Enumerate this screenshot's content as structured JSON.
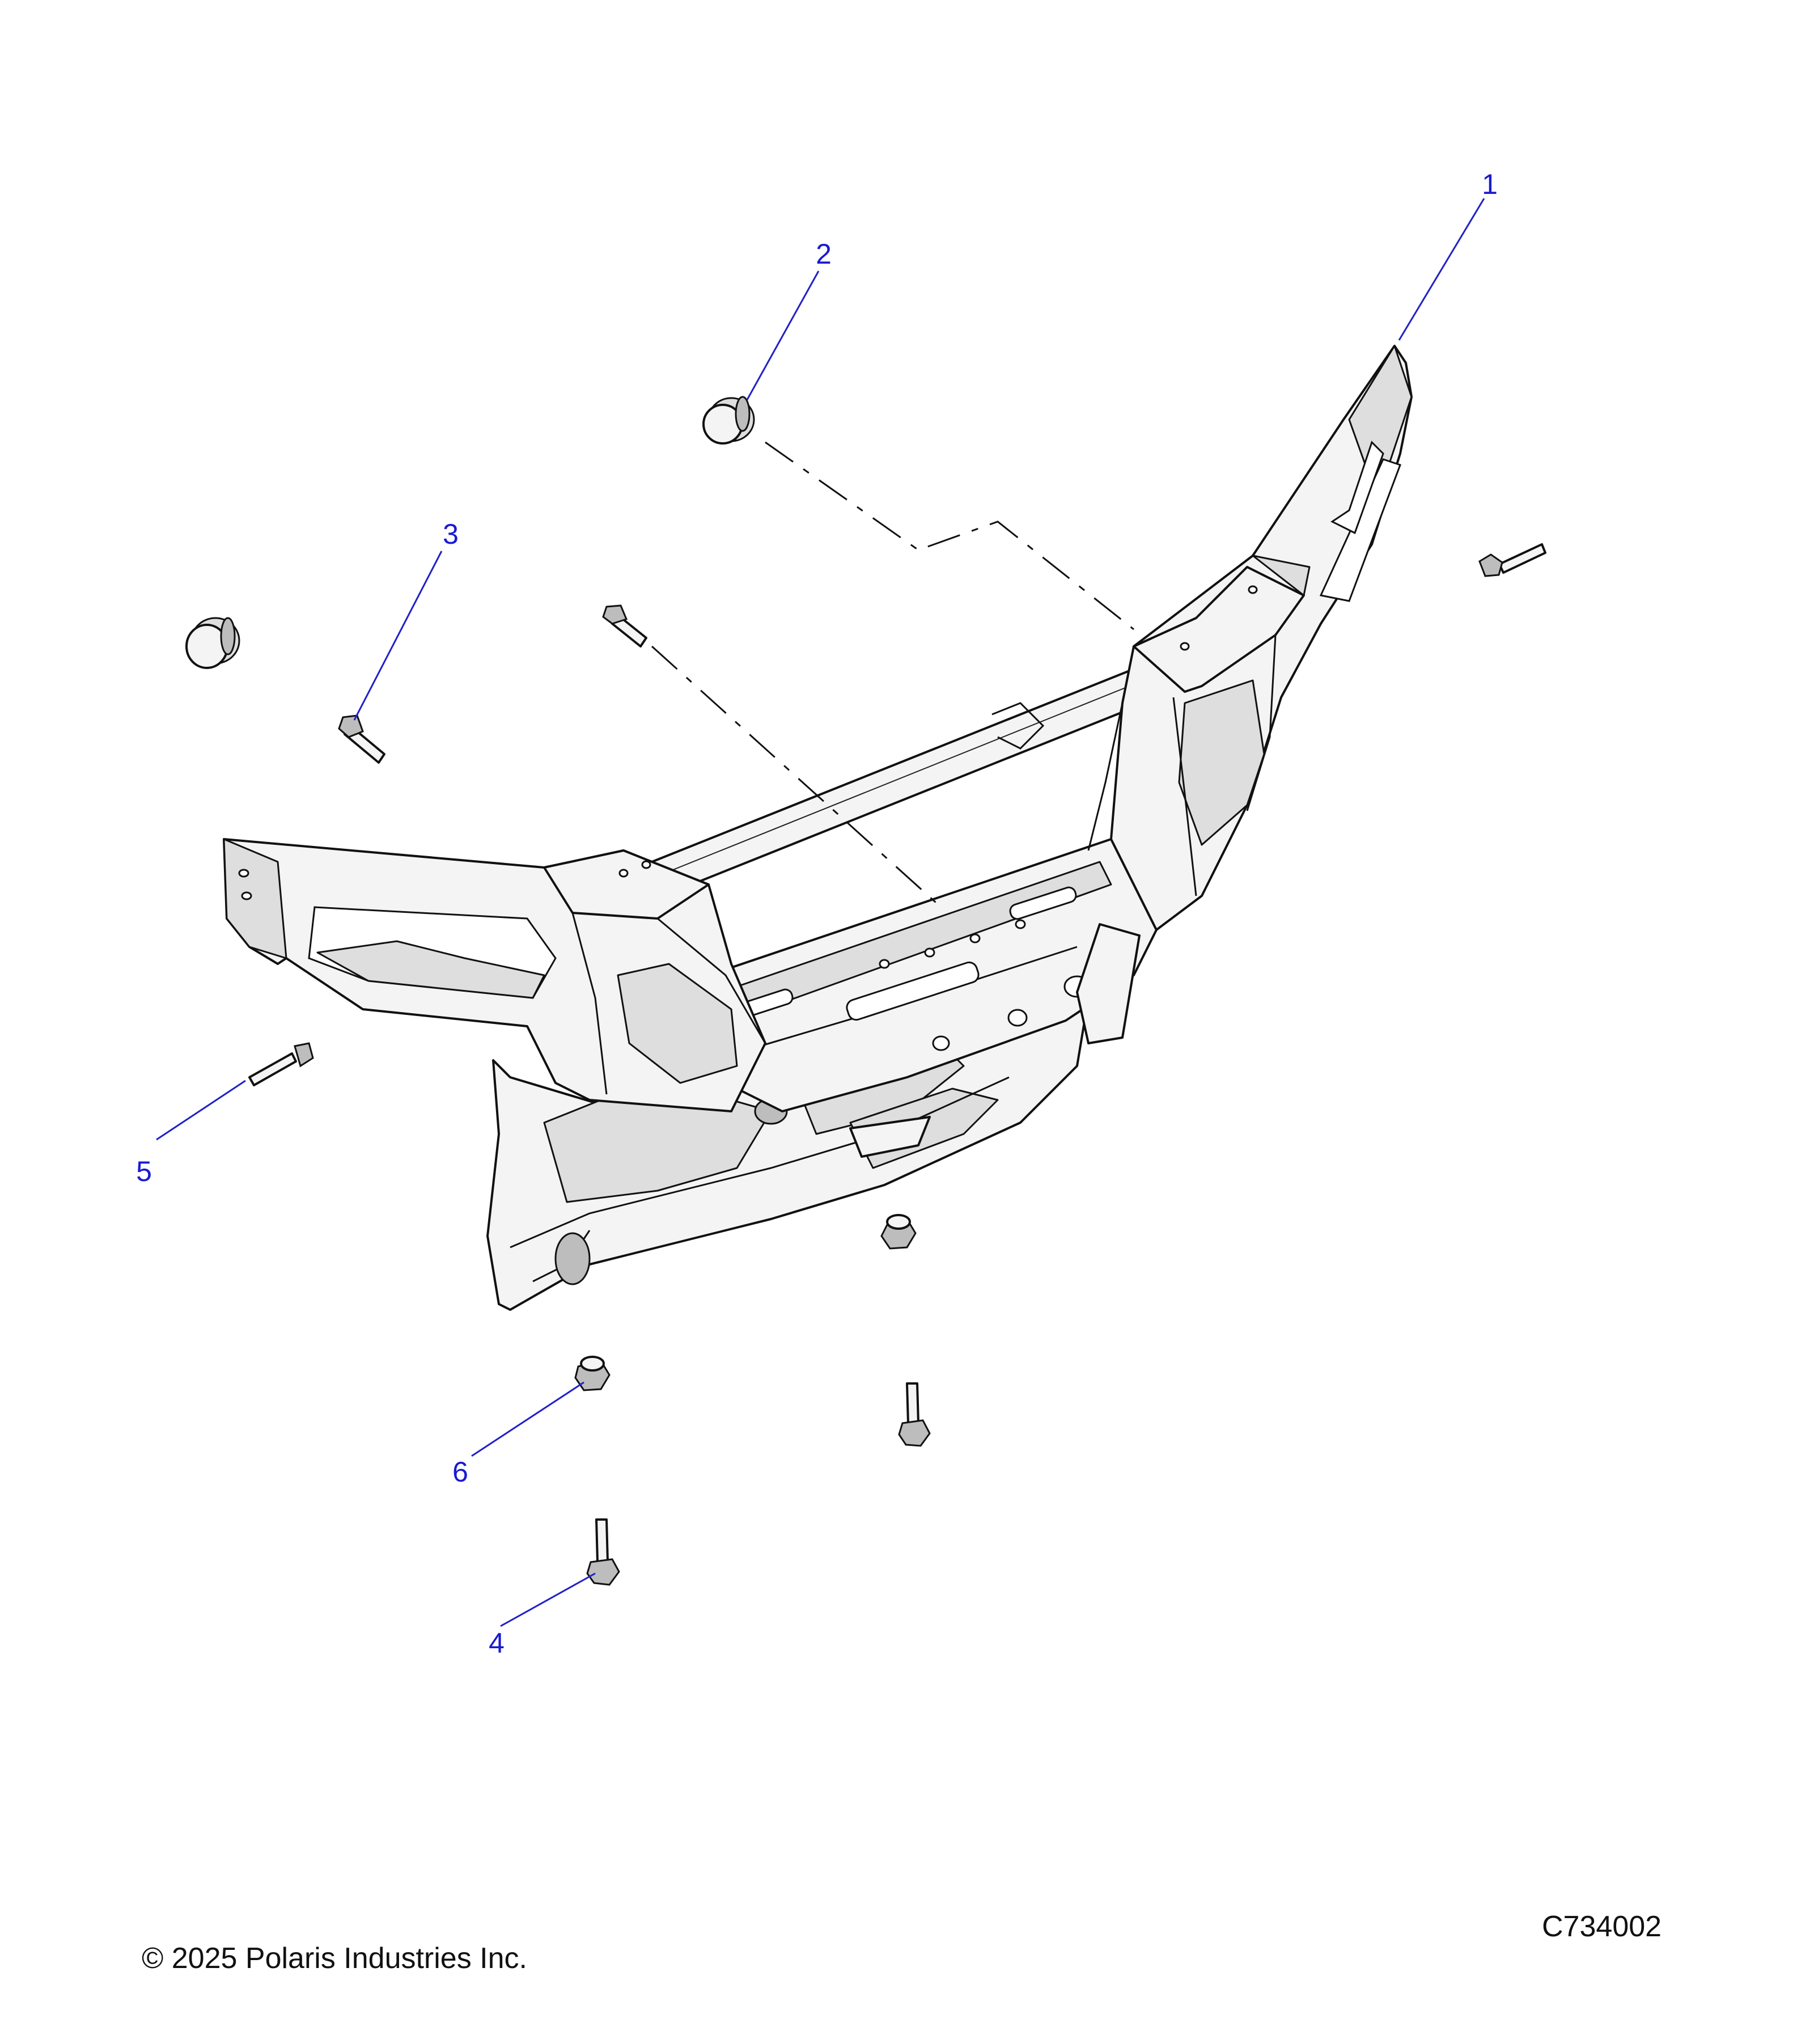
{
  "diagram": {
    "callouts": [
      {
        "id": "callout-1",
        "label": "1"
      },
      {
        "id": "callout-2",
        "label": "2"
      },
      {
        "id": "callout-3",
        "label": "3"
      },
      {
        "id": "callout-4",
        "label": "4"
      },
      {
        "id": "callout-5",
        "label": "5"
      },
      {
        "id": "callout-6",
        "label": "6"
      }
    ],
    "leader_color": "#1a1ad0"
  },
  "footer": {
    "copyright": "© 2025 Polaris Industries Inc.",
    "drawing_id": "C734002"
  }
}
